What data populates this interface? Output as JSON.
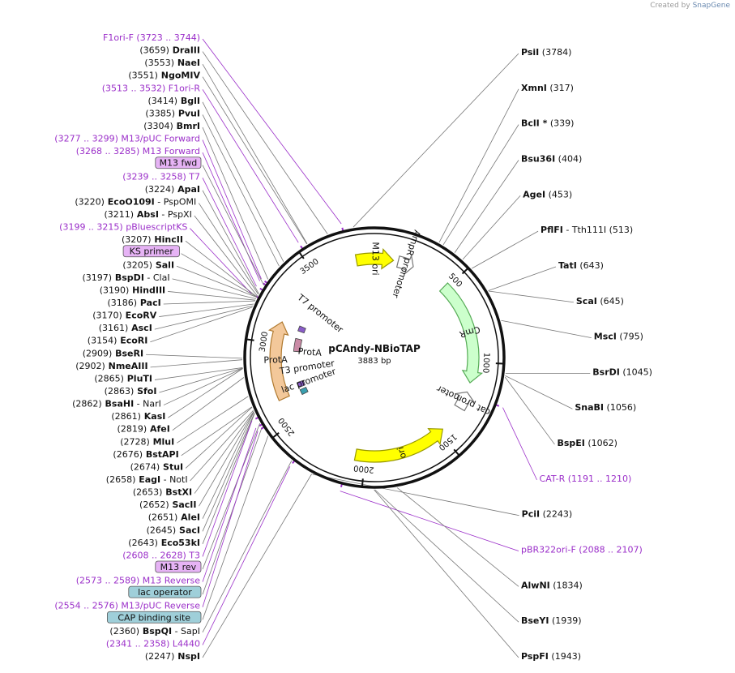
{
  "credit": {
    "prefix": "Created by",
    "brand": "SnapGene"
  },
  "plasmid": {
    "name": "pCAndy-NBioTAP",
    "length_label": "3883 bp",
    "length": 3883
  },
  "ticks": [
    {
      "pos": 500,
      "label": "500"
    },
    {
      "pos": 1000,
      "label": "1000"
    },
    {
      "pos": 1500,
      "label": "1500"
    },
    {
      "pos": 2000,
      "label": "2000"
    },
    {
      "pos": 2500,
      "label": "2500"
    },
    {
      "pos": 3000,
      "label": "3000"
    },
    {
      "pos": 3500,
      "label": "3500"
    }
  ],
  "labels": [
    {
      "kind": "site",
      "side": "L",
      "pre": "(3659)",
      "name": "DraIII",
      "post": "",
      "pos": 3659
    },
    {
      "kind": "primer",
      "side": "L",
      "pre": "",
      "name": "F1ori-F",
      "post": "(3723 .. 3744)",
      "pos": 3733
    },
    {
      "kind": "site",
      "side": "R",
      "pre": "",
      "name": "PsiI",
      "post": "(3784)",
      "pos": 3784
    },
    {
      "kind": "site",
      "side": "L",
      "pre": "(3553)",
      "name": "NaeI",
      "post": "",
      "pos": 3553
    },
    {
      "kind": "site",
      "side": "L",
      "pre": "(3551)",
      "name": "NgoMIV",
      "post": "",
      "pos": 3551
    },
    {
      "kind": "primer",
      "side": "L",
      "pre": "(3513 .. 3532)",
      "name": "F1ori-R",
      "post": "",
      "pos": 3522
    },
    {
      "kind": "site",
      "side": "L",
      "pre": "(3414)",
      "name": "BglI",
      "post": "",
      "pos": 3414
    },
    {
      "kind": "site",
      "side": "L",
      "pre": "(3385)",
      "name": "PvuI",
      "post": "",
      "pos": 3385
    },
    {
      "kind": "site",
      "side": "L",
      "pre": "(3304)",
      "name": "BmrI",
      "post": "",
      "pos": 3304
    },
    {
      "kind": "primer",
      "side": "L",
      "pre": "(3277 .. 3299)",
      "name": "M13/pUC Forward",
      "post": "",
      "pos": 3288
    },
    {
      "kind": "primer",
      "side": "L",
      "pre": "(3268 .. 3285)",
      "name": "M13 Forward",
      "post": "",
      "pos": 3276
    },
    {
      "kind": "box",
      "side": "L",
      "pre": "",
      "name": "M13 fwd",
      "post": "",
      "pos": 3270,
      "color": "#e6b3f5"
    },
    {
      "kind": "primer",
      "side": "L",
      "pre": "(3239 .. 3258)",
      "name": "T7",
      "post": "",
      "pos": 3248
    },
    {
      "kind": "site",
      "side": "L",
      "pre": "(3224)",
      "name": "ApaI",
      "post": "",
      "pos": 3224
    },
    {
      "kind": "site",
      "side": "L",
      "pre": "(3220)",
      "name": "EcoO109I",
      "post": "- PspOMI",
      "pos": 3220
    },
    {
      "kind": "primer",
      "side": "L",
      "pre": "(3199 .. 3215)",
      "name": "pBluescriptKS",
      "post": "",
      "pos": 3207
    },
    {
      "kind": "site",
      "side": "L",
      "pre": "(3211)",
      "name": "AbsI",
      "post": "- PspXI",
      "pos": 3211
    },
    {
      "kind": "site",
      "side": "L",
      "pre": "(3207)",
      "name": "HincII",
      "post": "",
      "pos": 3207
    },
    {
      "kind": "box",
      "side": "L",
      "pre": "",
      "name": "KS primer",
      "post": "",
      "pos": 3206,
      "color": "#e6b3f5"
    },
    {
      "kind": "site",
      "side": "L",
      "pre": "(3205)",
      "name": "SalI",
      "post": "",
      "pos": 3205
    },
    {
      "kind": "site",
      "side": "L",
      "pre": "(3197)",
      "name": "BspDI",
      "post": "- ClaI",
      "pos": 3197
    },
    {
      "kind": "site",
      "side": "L",
      "pre": "(3190)",
      "name": "HindIII",
      "post": "",
      "pos": 3190
    },
    {
      "kind": "site",
      "side": "L",
      "pre": "(3186)",
      "name": "PacI",
      "post": "",
      "pos": 3186
    },
    {
      "kind": "site",
      "side": "L",
      "pre": "(3170)",
      "name": "EcoRV",
      "post": "",
      "pos": 3170
    },
    {
      "kind": "site",
      "side": "L",
      "pre": "(3161)",
      "name": "AscI",
      "post": "",
      "pos": 3161
    },
    {
      "kind": "site",
      "side": "L",
      "pre": "(3154)",
      "name": "EcoRI",
      "post": "",
      "pos": 3154
    },
    {
      "kind": "site",
      "side": "L",
      "pre": "(2909)",
      "name": "BseRI",
      "post": "",
      "pos": 2909
    },
    {
      "kind": "site",
      "side": "L",
      "pre": "(2902)",
      "name": "NmeAIII",
      "post": "",
      "pos": 2902
    },
    {
      "kind": "site",
      "side": "L",
      "pre": "(2865)",
      "name": "PluTI",
      "post": "",
      "pos": 2865
    },
    {
      "kind": "site",
      "side": "L",
      "pre": "(2863)",
      "name": "SfoI",
      "post": "",
      "pos": 2863
    },
    {
      "kind": "site",
      "side": "L",
      "pre": "(2862)",
      "name": "BsaHI",
      "post": "- NarI",
      "pos": 2862
    },
    {
      "kind": "site",
      "side": "L",
      "pre": "(2861)",
      "name": "KasI",
      "post": "",
      "pos": 2861
    },
    {
      "kind": "site",
      "side": "L",
      "pre": "(2819)",
      "name": "AfeI",
      "post": "",
      "pos": 2819
    },
    {
      "kind": "site",
      "side": "L",
      "pre": "(2728)",
      "name": "MluI",
      "post": "",
      "pos": 2728
    },
    {
      "kind": "site",
      "side": "L",
      "pre": "(2676)",
      "name": "BstAPI",
      "post": "",
      "pos": 2676
    },
    {
      "kind": "site",
      "side": "L",
      "pre": "(2674)",
      "name": "StuI",
      "post": "",
      "pos": 2674
    },
    {
      "kind": "site",
      "side": "L",
      "pre": "(2658)",
      "name": "EagI",
      "post": "- NotI",
      "pos": 2658
    },
    {
      "kind": "site",
      "side": "L",
      "pre": "(2653)",
      "name": "BstXI",
      "post": "",
      "pos": 2653
    },
    {
      "kind": "site",
      "side": "L",
      "pre": "(2652)",
      "name": "SacII",
      "post": "",
      "pos": 2652
    },
    {
      "kind": "site",
      "side": "L",
      "pre": "(2651)",
      "name": "AleI",
      "post": "",
      "pos": 2651
    },
    {
      "kind": "site",
      "side": "L",
      "pre": "(2645)",
      "name": "SacI",
      "post": "",
      "pos": 2645
    },
    {
      "kind": "site",
      "side": "L",
      "pre": "(2643)",
      "name": "Eco53kI",
      "post": "",
      "pos": 2643
    },
    {
      "kind": "primer",
      "side": "L",
      "pre": "(2608 .. 2628)",
      "name": "T3",
      "post": "",
      "pos": 2618
    },
    {
      "kind": "box",
      "side": "L",
      "pre": "",
      "name": "M13 rev",
      "post": "",
      "pos": 2590,
      "color": "#e6b3f5"
    },
    {
      "kind": "primer",
      "side": "L",
      "pre": "(2573 .. 2589)",
      "name": "M13 Reverse",
      "post": "",
      "pos": 2581
    },
    {
      "kind": "box",
      "side": "L",
      "pre": "",
      "name": "lac operator",
      "post": "",
      "pos": 2570,
      "color": "#9fcfd9"
    },
    {
      "kind": "primer",
      "side": "L",
      "pre": "(2554 .. 2576)",
      "name": "M13/pUC Reverse",
      "post": "",
      "pos": 2565
    },
    {
      "kind": "box",
      "side": "L",
      "pre": "",
      "name": "CAP binding site",
      "post": "",
      "pos": 2520,
      "color": "#9fcfd9"
    },
    {
      "kind": "site",
      "side": "L",
      "pre": "(2360)",
      "name": "BspQI",
      "post": "- SapI",
      "pos": 2360
    },
    {
      "kind": "primer",
      "side": "L",
      "pre": "(2341 .. 2358)",
      "name": "L4440",
      "post": "",
      "pos": 2349
    },
    {
      "kind": "site",
      "side": "L",
      "pre": "(2247)",
      "name": "NspI",
      "post": "",
      "pos": 2247
    },
    {
      "kind": "site",
      "side": "R",
      "pre": "",
      "name": "PciI",
      "post": "(2243)",
      "pos": 2243
    },
    {
      "kind": "primer",
      "side": "R",
      "pre": "",
      "name": "pBR322ori-F",
      "post": "(2088 .. 2107)",
      "pos": 2097
    },
    {
      "kind": "site",
      "side": "R",
      "pre": "",
      "name": "PspFI",
      "post": "(1943)",
      "pos": 1943
    },
    {
      "kind": "site",
      "side": "R",
      "pre": "",
      "name": "BseYI",
      "post": "(1939)",
      "pos": 1939
    },
    {
      "kind": "site",
      "side": "R",
      "pre": "",
      "name": "AlwNI",
      "post": "(1834)",
      "pos": 1834
    },
    {
      "kind": "primer",
      "side": "R",
      "pre": "",
      "name": "CAT-R",
      "post": "(1191 .. 1210)",
      "pos": 1200
    },
    {
      "kind": "site",
      "side": "R",
      "pre": "",
      "name": "BspEI",
      "post": "(1062)",
      "pos": 1062
    },
    {
      "kind": "site",
      "side": "R",
      "pre": "",
      "name": "SnaBI",
      "post": "(1056)",
      "pos": 1056
    },
    {
      "kind": "site",
      "side": "R",
      "pre": "",
      "name": "BsrDI",
      "post": "(1045)",
      "pos": 1045
    },
    {
      "kind": "site",
      "side": "R",
      "pre": "",
      "name": "MscI",
      "post": "(795)",
      "pos": 795
    },
    {
      "kind": "site",
      "side": "R",
      "pre": "",
      "name": "ScaI",
      "post": "(645)",
      "pos": 645
    },
    {
      "kind": "site",
      "side": "R",
      "pre": "",
      "name": "TatI",
      "post": "(643)",
      "pos": 643
    },
    {
      "kind": "site",
      "side": "R",
      "pre": "",
      "name": "PflFI",
      "post": "- Tth111I    (513)",
      "pos": 513
    },
    {
      "kind": "site",
      "side": "R",
      "pre": "",
      "name": "AgeI",
      "post": "(453)",
      "pos": 453
    },
    {
      "kind": "site",
      "side": "R",
      "pre": "",
      "name": "Bsu36I",
      "post": "(404)",
      "pos": 404
    },
    {
      "kind": "site",
      "side": "R",
      "pre": "",
      "name": "BclI *",
      "post": "(339)",
      "pos": 339
    },
    {
      "kind": "site",
      "side": "R",
      "pre": "",
      "name": "XmnI",
      "post": "(317)",
      "pos": 317
    }
  ],
  "features": [
    {
      "name": "M13 ori",
      "start": 3770,
      "end": 120,
      "dir": 1,
      "color": "#ffff00",
      "stroke": "#999900",
      "label": "M13 ori"
    },
    {
      "name": "AmpR promoter",
      "start": 150,
      "end": 250,
      "dir": 1,
      "color": "#ffffff",
      "stroke": "#777777",
      "label": "AmpR promoter"
    },
    {
      "name": "CmR",
      "start": 480,
      "end": 1130,
      "dir": 1,
      "color": "#ccffcc",
      "stroke": "#55aa55",
      "label": "CmR"
    },
    {
      "name": "cat promoter",
      "start": 1190,
      "end": 1300,
      "dir": -1,
      "color": "#ffffff",
      "stroke": "#777777",
      "label": "cat promoter"
    },
    {
      "name": "ori",
      "start": 1470,
      "end": 2060,
      "dir": -1,
      "color": "#ffff00",
      "stroke": "#999900",
      "label": "ori"
    },
    {
      "name": "ProtA",
      "start": 2650,
      "end": 3140,
      "dir": 1,
      "color": "#f3c89a",
      "stroke": "#b07a30",
      "label": "ProtA"
    }
  ],
  "promoter_labels": [
    {
      "text": "T7 promoter"
    },
    {
      "text": "T3 promoter"
    },
    {
      "text": "lac promoter"
    },
    {
      "text": "ProtA"
    }
  ]
}
